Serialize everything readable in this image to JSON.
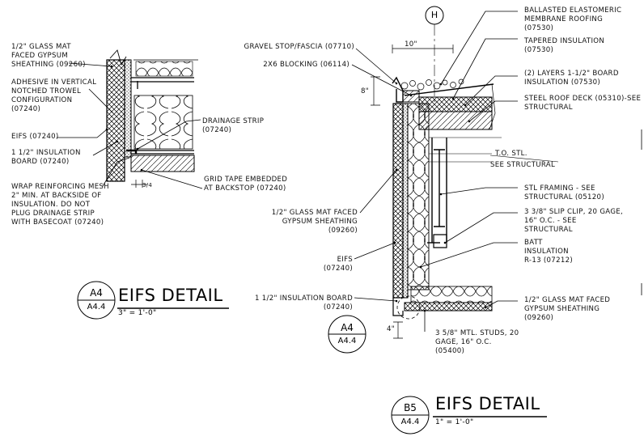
{
  "detail_a4": {
    "title": "EIFS DETAIL",
    "scale": "3\" = 1'-0\"",
    "tag_top": "A4",
    "tag_bottom": "A4.4",
    "callouts": {
      "glass_mat": "1/2\" GLASS MAT\nFACED GYPSUM\nSHEATHING (09260)",
      "adhesive": "ADHESIVE IN VERTICAL\nNOTCHED TROWEL\nCONFIGURATION\n(07240)",
      "eifs": "EIFS (07240)",
      "insulation_board": "1 1/2\" INSULATION\nBOARD (07240)",
      "wrap_mesh": "WRAP REINFORCING MESH\n2\" MIN. AT BACKSIDE OF\nINSULATION. DO NOT\nPLUG DRAINAGE STRIP\nWITH BASECOAT (07240)",
      "drainage_strip": "DRAINAGE STRIP\n(07240)",
      "grid_tape": "GRID TAPE EMBEDDED\nAT BACKSTOP (07240)",
      "dim_3_4": "3/4"
    }
  },
  "detail_b5": {
    "title": "EIFS DETAIL",
    "scale": "1\" = 1'-0\"",
    "tag_top": "B5",
    "tag_bottom": "A4.4",
    "grid_bubble": "H",
    "dim_10": "10\"",
    "dim_8": "8\"",
    "dim_4": "4\"",
    "ref_tag_top": "A4",
    "ref_tag_bottom": "A4.4",
    "callouts": {
      "gravel_stop": "GRAVEL STOP/FASCIA (07710)",
      "blocking": "2X6 BLOCKING (06114)",
      "glass_mat": "1/2\" GLASS MAT FACED\nGYPSUM SHEATHING\n(09260)",
      "eifs": "EIFS\n(07240)",
      "insulation_board": "1 1/2\" INSULATION BOARD\n(07240)",
      "ballasted": "BALLASTED ELASTOMERIC\nMEMBRANE ROOFING\n(07530)",
      "tapered": "TAPERED INSULATION\n(07530)",
      "two_layers": "(2) LAYERS 1-1/2\" BOARD\nINSULATION (07530)",
      "roof_deck": "STEEL ROOF DECK (05310)-SEE\nSTRUCTURAL",
      "to_stl": "T.O. STL.",
      "see_structural": "SEE STRUCTURAL",
      "stl_framing": "STL FRAMING - SEE\nSTRUCTURAL (05120)",
      "slip_clip": "3 3/8\" SLIP CLIP, 20 GAGE,\n16\" O.C. - SEE\nSTRUCTURAL",
      "batt": "BATT\nINSULATION\nR-13 (07212)",
      "glass_mat_soffit": "1/2\" GLASS MAT FACED\nGYPSUM SHEATHING\n(09260)",
      "studs": "3 5/8\" MTL. STUDS, 20\nGAGE, 16\" O.C.\n(05400)"
    }
  }
}
